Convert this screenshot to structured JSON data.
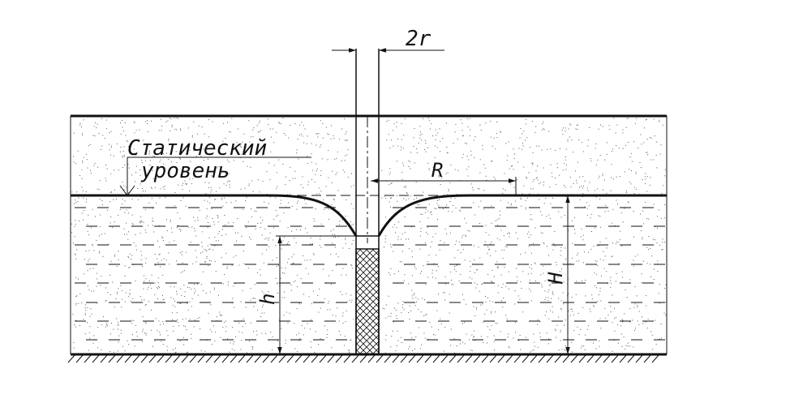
{
  "labels": {
    "static_level_line1": "Статический",
    "static_level_line2": "уровень",
    "radius": "R",
    "diameter": "2r",
    "water_depth": "H",
    "well_depth": "h"
  },
  "colors": {
    "ink": "#111111",
    "stipple": "#555555",
    "background": "#ffffff"
  }
}
